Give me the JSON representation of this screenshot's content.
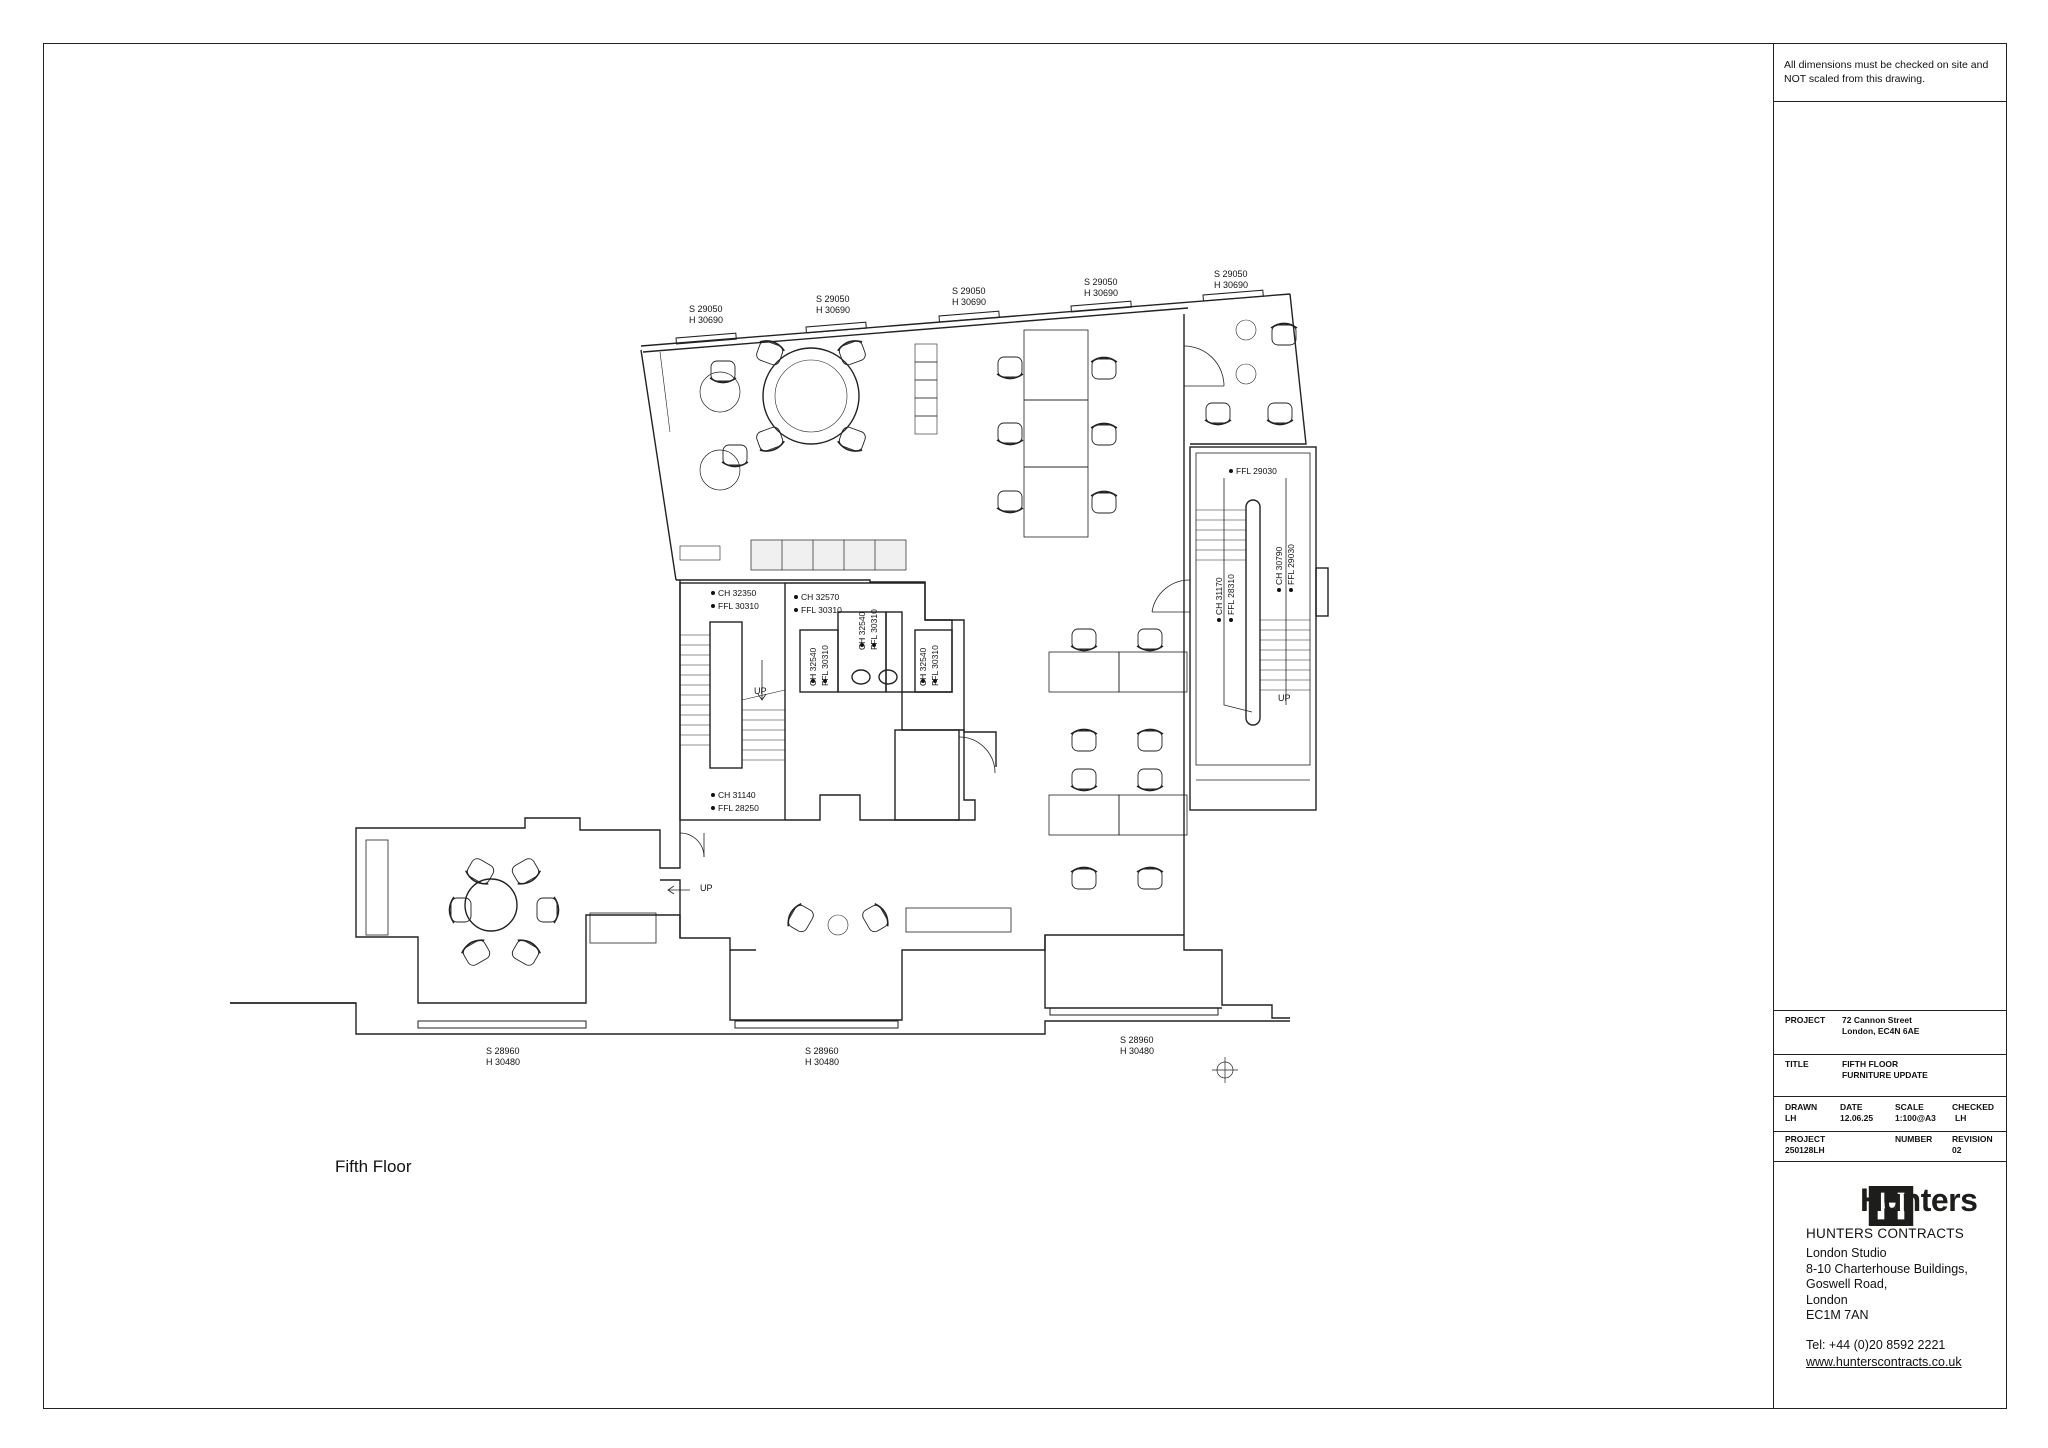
{
  "drawing": {
    "floor_label": "Fifth Floor",
    "levels_top": [
      {
        "s": "S 29050",
        "h": "H 30690"
      },
      {
        "s": "S 29050",
        "h": "H 30690"
      },
      {
        "s": "S 29050",
        "h": "H 30690"
      },
      {
        "s": "S 29050",
        "h": "H 30690"
      },
      {
        "s": "S 29050",
        "h": "H 30690"
      }
    ],
    "levels_bottom": [
      {
        "s": "S 28960",
        "h": "H 30480"
      },
      {
        "s": "S 28960",
        "h": "H 30480"
      },
      {
        "s": "S 28960",
        "h": "H 30480"
      }
    ],
    "core_labels": {
      "ch_32350": "CH  32350",
      "ffl_30310_a": "FFL 30310",
      "ch_32570": "CH  32570",
      "ffl_30310_b": "FFL 30310",
      "ch_31140": "CH  31140",
      "ffl_28250": "FFL 28250",
      "ffl_29030": "FFL 29030",
      "ch_31170": "CH  31170",
      "ffl_28310": "FFL 28310",
      "ch_30790": "CH  30790",
      "ffl_29030_v": "FFL 29030",
      "wc1_ch": "CH  32540",
      "wc1_ffl": "FFL 30310",
      "wc2_ch": "CH  32540",
      "wc2_ffl": "FFL 30310",
      "wc3_ch": "CH  32540",
      "wc3_ffl": "FFL 30310"
    },
    "stair_up_1": "UP",
    "stair_up_2": "UP",
    "stair_up_3": "UP"
  },
  "title_block": {
    "note": "All dimensions must be checked on site and NOT scaled from this drawing.",
    "project_label": "PROJECT",
    "project_line1": "72 Cannon Street",
    "project_line2": "London, EC4N 6AE",
    "title_label": "TITLE",
    "title_line1": "FIFTH FLOOR",
    "title_line2": "FURNITURE UPDATE",
    "drawn_label": "DRAWN",
    "drawn_value": "LH",
    "date_label": "DATE",
    "date_value": "12.06.25",
    "scale_label": "SCALE",
    "scale_value": "1:100@A3",
    "checked_label": "CHECKED",
    "checked_value": "LH",
    "project_number_label": "PROJECT",
    "project_number_value": "250128LH",
    "number_label": "NUMBER",
    "revision_label": "REVISION",
    "revision_value": "02"
  },
  "company": {
    "brand": "Hunters",
    "name": "HUNTERS CONTRACTS",
    "address": [
      "London Studio",
      "8-10 Charterhouse Buildings,",
      "Goswell Road,",
      "London",
      "EC1M 7AN"
    ],
    "tel": "Tel: +44 (0)20 8592 2221",
    "web": "www.hunterscontracts.co.uk"
  }
}
